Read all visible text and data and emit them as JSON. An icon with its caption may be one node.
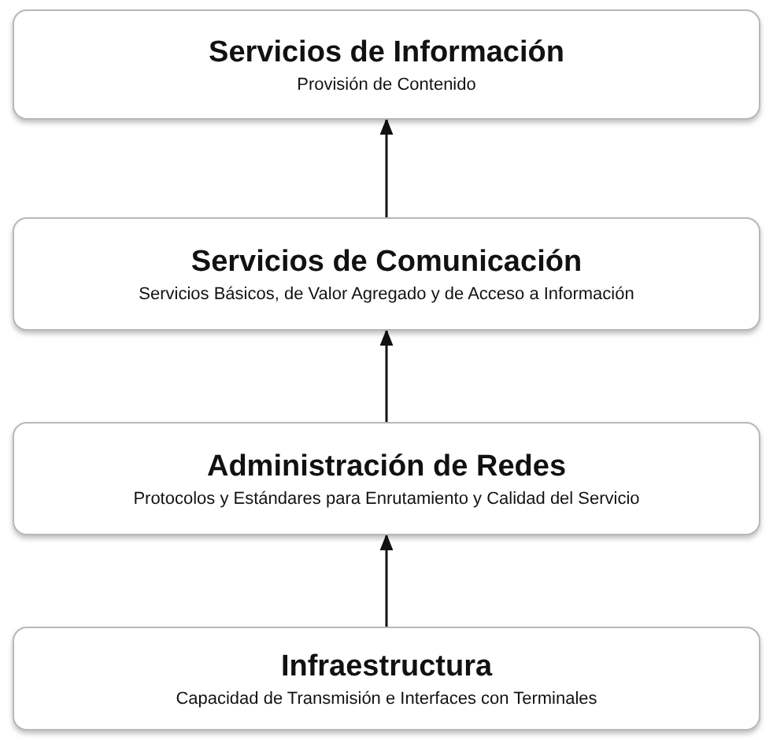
{
  "diagram": {
    "nodes": [
      {
        "text": [
          "Servicios de Información",
          "Provisión de Contenido"
        ]
      },
      {
        "text": [
          "Servicios de Comunicación",
          "Servicios Básicos, de Valor Agregado y de Acceso a Información"
        ]
      },
      {
        "text": [
          "Administración de Redes",
          "Protocolos y Estándares para Enrutamiento y Calidad del Servicio"
        ]
      },
      {
        "text": [
          "Infraestructura",
          "Capacidad de Transmisión e Interfaces con Terminales"
        ]
      }
    ],
    "edges": [
      {
        "from": 1,
        "to": 0,
        "arrow": "to"
      },
      {
        "from": 2,
        "to": 1,
        "arrow": "to"
      },
      {
        "from": 3,
        "to": 2,
        "arrow": "to"
      }
    ]
  }
}
